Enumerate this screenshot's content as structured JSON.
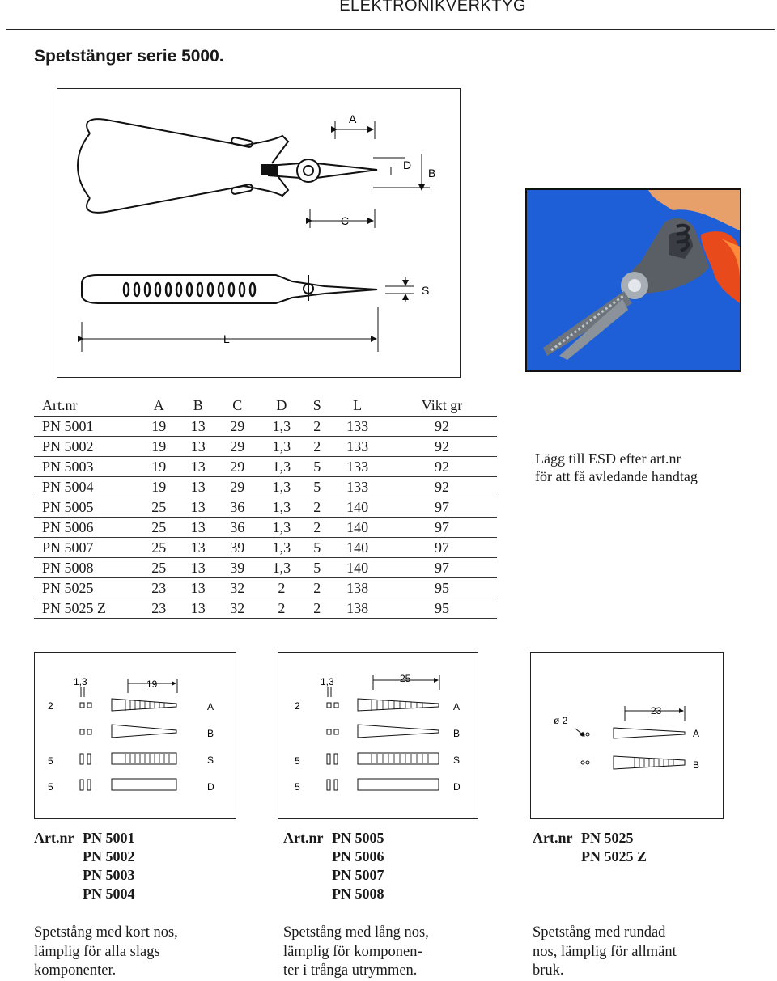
{
  "header": {
    "section": "ELEKTRONIKVERKTYG",
    "title": "Spetstänger serie 5000."
  },
  "diagram": {
    "labels": {
      "A": "A",
      "B": "B",
      "C": "C",
      "D": "D",
      "S": "S",
      "L": "L"
    }
  },
  "photo": {
    "icon": "pliers-photo"
  },
  "specs": {
    "columns": [
      "Art.nr",
      "A",
      "B",
      "C",
      "D",
      "S",
      "L",
      "Vikt gr"
    ],
    "rows": [
      [
        "PN 5001",
        "19",
        "13",
        "29",
        "1,3",
        "2",
        "133",
        "92"
      ],
      [
        "PN 5002",
        "19",
        "13",
        "29",
        "1,3",
        "2",
        "133",
        "92"
      ],
      [
        "PN 5003",
        "19",
        "13",
        "29",
        "1,3",
        "5",
        "133",
        "92"
      ],
      [
        "PN 5004",
        "19",
        "13",
        "29",
        "1,3",
        "5",
        "133",
        "92"
      ],
      [
        "PN 5005",
        "25",
        "13",
        "36",
        "1,3",
        "2",
        "140",
        "97"
      ],
      [
        "PN 5006",
        "25",
        "13",
        "36",
        "1,3",
        "2",
        "140",
        "97"
      ],
      [
        "PN 5007",
        "25",
        "13",
        "39",
        "1,3",
        "5",
        "140",
        "97"
      ],
      [
        "PN 5008",
        "25",
        "13",
        "39",
        "1,3",
        "5",
        "140",
        "97"
      ],
      [
        "PN 5025",
        "23",
        "13",
        "32",
        "2",
        "2",
        "138",
        "95"
      ],
      [
        "PN 5025 Z",
        "23",
        "13",
        "32",
        "2",
        "2",
        "138",
        "95"
      ]
    ]
  },
  "esd_note": {
    "line1": "Lägg till ESD efter art.nr",
    "line2": "för att få avledande handtag"
  },
  "tips": [
    {
      "d1": "1,3",
      "len": "19",
      "s1": "2",
      "s2": "5",
      "s3": "5",
      "A": "A",
      "B": "B",
      "S": "S",
      "D": "D"
    },
    {
      "d1": "1,3",
      "len": "25",
      "s1": "2",
      "s2": "5",
      "s3": "5",
      "A": "A",
      "B": "B",
      "S": "S",
      "D": "D"
    },
    {
      "dia": "ø 2",
      "len": "23",
      "A": "A",
      "B": "B"
    }
  ],
  "groups": [
    {
      "label": "Art.nr",
      "items": [
        "PN 5001",
        "PN 5002",
        "PN 5003",
        "PN 5004"
      ],
      "desc": [
        "Spetstång med kort nos,",
        "lämplig för alla slags",
        "komponenter."
      ]
    },
    {
      "label": "Art.nr",
      "items": [
        "PN 5005",
        "PN 5006",
        "PN 5007",
        "PN 5008"
      ],
      "desc": [
        "Spetstång med lång nos,",
        "lämplig för komponen-",
        "ter i trånga utrymmen."
      ]
    },
    {
      "label": "Art.nr",
      "items": [
        "PN 5025",
        "PN 5025 Z"
      ],
      "desc": [
        "Spetstång med rundad",
        "nos, lämplig för allmänt",
        "bruk."
      ]
    }
  ]
}
